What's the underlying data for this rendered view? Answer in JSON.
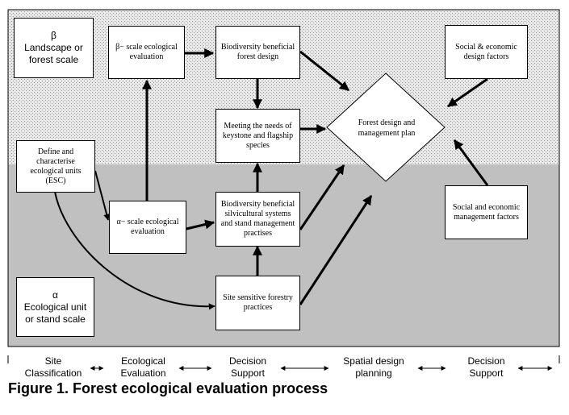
{
  "boxes": {
    "beta_scale": {
      "symbol": "β",
      "line1": "Landscape or",
      "line2": "forest scale"
    },
    "alpha_scale": {
      "symbol": "α",
      "line1": "Ecological unit",
      "line2": "or stand scale"
    },
    "beta_eval": {
      "line1": "β− scale ecological",
      "line2": "evaluation"
    },
    "alpha_eval": {
      "line1": "α− scale ecological",
      "line2": "evaluation"
    },
    "biodiv_design": {
      "line1": "Biodiversity beneficial",
      "line2": "forest design"
    },
    "keystone": {
      "line1": "Meeting the needs of",
      "line2": "keystone and flagship",
      "line3": "species"
    },
    "silvicultural": {
      "line1": "Biodiversity beneficial",
      "line2": "silvicultural systems",
      "line3": "and stand management",
      "line4": "practises"
    },
    "site_sensitive": {
      "line1": "Site sensitive forestry",
      "line2": "practices"
    },
    "esc": {
      "line1": "Define and",
      "line2": "characterise",
      "line3": "ecological units",
      "line4": "(ESC)"
    },
    "social_design": {
      "line1": "Social & economic",
      "line2": "design factors"
    },
    "social_management": {
      "line1": "Social and economic",
      "line2": "management factors"
    },
    "forest_plan": {
      "line1": "Forest design and",
      "line2": "management plan"
    }
  },
  "stages": [
    {
      "line1": "Site",
      "line2": "Classification"
    },
    {
      "line1": "Ecological",
      "line2": "Evaluation"
    },
    {
      "line1": "Decision",
      "line2": "Support"
    },
    {
      "line1": "Spatial design",
      "line2": "planning"
    },
    {
      "line1": "Decision",
      "line2": "Support"
    }
  ],
  "caption": "Figure 1. Forest ecological evaluation process",
  "colors": {
    "upper_band": "#e6e6e6",
    "lower_band": "#c0c0c0",
    "dots": "#9a9a9a"
  }
}
